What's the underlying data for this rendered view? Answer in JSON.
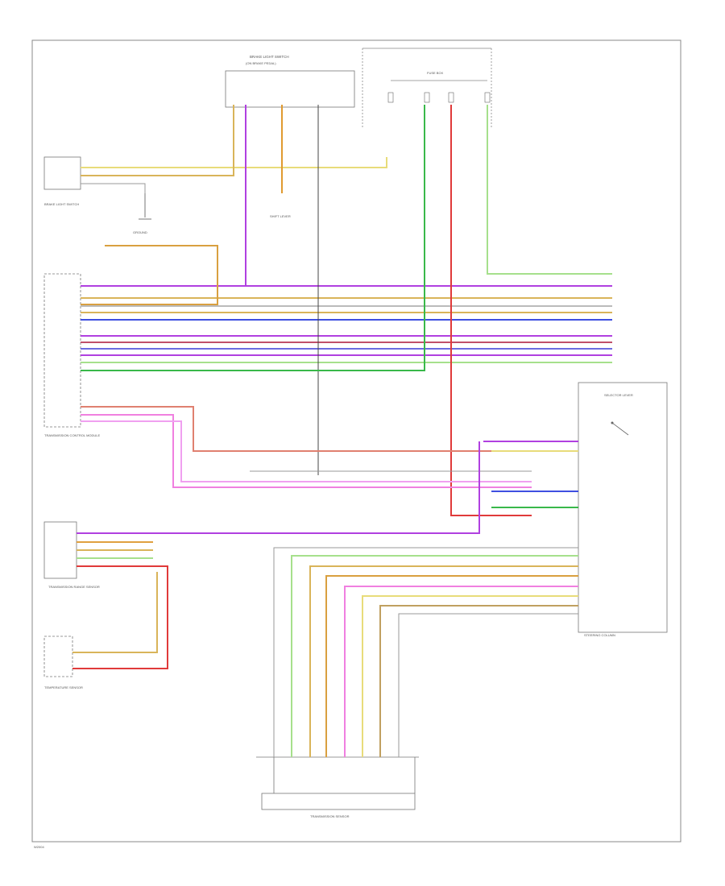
{
  "colors": {
    "violet": "#b040e0",
    "blue": "#3f4fe0",
    "yellow": "#e8dc7a",
    "tan": "#d9b45a",
    "gray": "#8a8a8a",
    "black": "#222222",
    "green": "#39b84a",
    "lightgreen": "#a6e08c",
    "red": "#e03a3a",
    "pink": "#f080e0",
    "orange": "#e09a30",
    "brown": "#9a6a30",
    "white": "#dddddd"
  },
  "labels": {
    "brake_switch_top": "BRAKE LIGHT SWITCH",
    "brake_switch_sub": "(ON BRAKE PEDAL)",
    "fuse_top": "FUSE BOX",
    "brake_light": "BRAKE LIGHT SWITCH",
    "ground_1": "GROUND",
    "shift_lever": "SHIFT LEVER",
    "tcm_left": "TRANSMISSION CONTROL MODULE",
    "tcm_right": "SELECTOR LEVER",
    "sensor_block": "TRANSMISSION RANGE SENSOR",
    "sensor_bottom": "TRANSMISSION SENSOR",
    "temp_sensor": "TEMPERATURE SENSOR",
    "corner_code": "W2004",
    "right_caption": "STEERING COLUMN"
  }
}
